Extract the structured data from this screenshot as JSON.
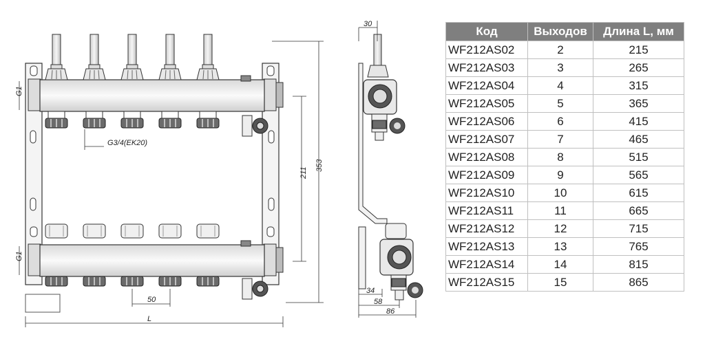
{
  "dimensions": {
    "front": {
      "g1_top": "G1",
      "g1_bottom": "G1",
      "thread": "G3/4(EK20)",
      "spacing": "50",
      "length": "L",
      "height_inner": "211",
      "height_outer": "353"
    },
    "side": {
      "top": "30",
      "d34": "34",
      "d58": "58",
      "d86": "86"
    }
  },
  "table": {
    "headers": [
      "Код",
      "Выходов",
      "Длина L, мм"
    ],
    "rows": [
      [
        "WF212AS02",
        "2",
        "215"
      ],
      [
        "WF212AS03",
        "3",
        "265"
      ],
      [
        "WF212AS04",
        "4",
        "315"
      ],
      [
        "WF212AS05",
        "5",
        "365"
      ],
      [
        "WF212AS06",
        "6",
        "415"
      ],
      [
        "WF212AS07",
        "7",
        "465"
      ],
      [
        "WF212AS08",
        "8",
        "515"
      ],
      [
        "WF212AS09",
        "9",
        "565"
      ],
      [
        "WF212AS10",
        "10",
        "615"
      ],
      [
        "WF212AS11",
        "11",
        "665"
      ],
      [
        "WF212AS12",
        "12",
        "715"
      ],
      [
        "WF212AS13",
        "13",
        "765"
      ],
      [
        "WF212AS14",
        "14",
        "815"
      ],
      [
        "WF212AS15",
        "15",
        "865"
      ]
    ]
  },
  "colors": {
    "header_bg": "#7f7f7f",
    "header_text": "#ffffff",
    "grid": "#bfbfbf",
    "line": "#333333"
  }
}
